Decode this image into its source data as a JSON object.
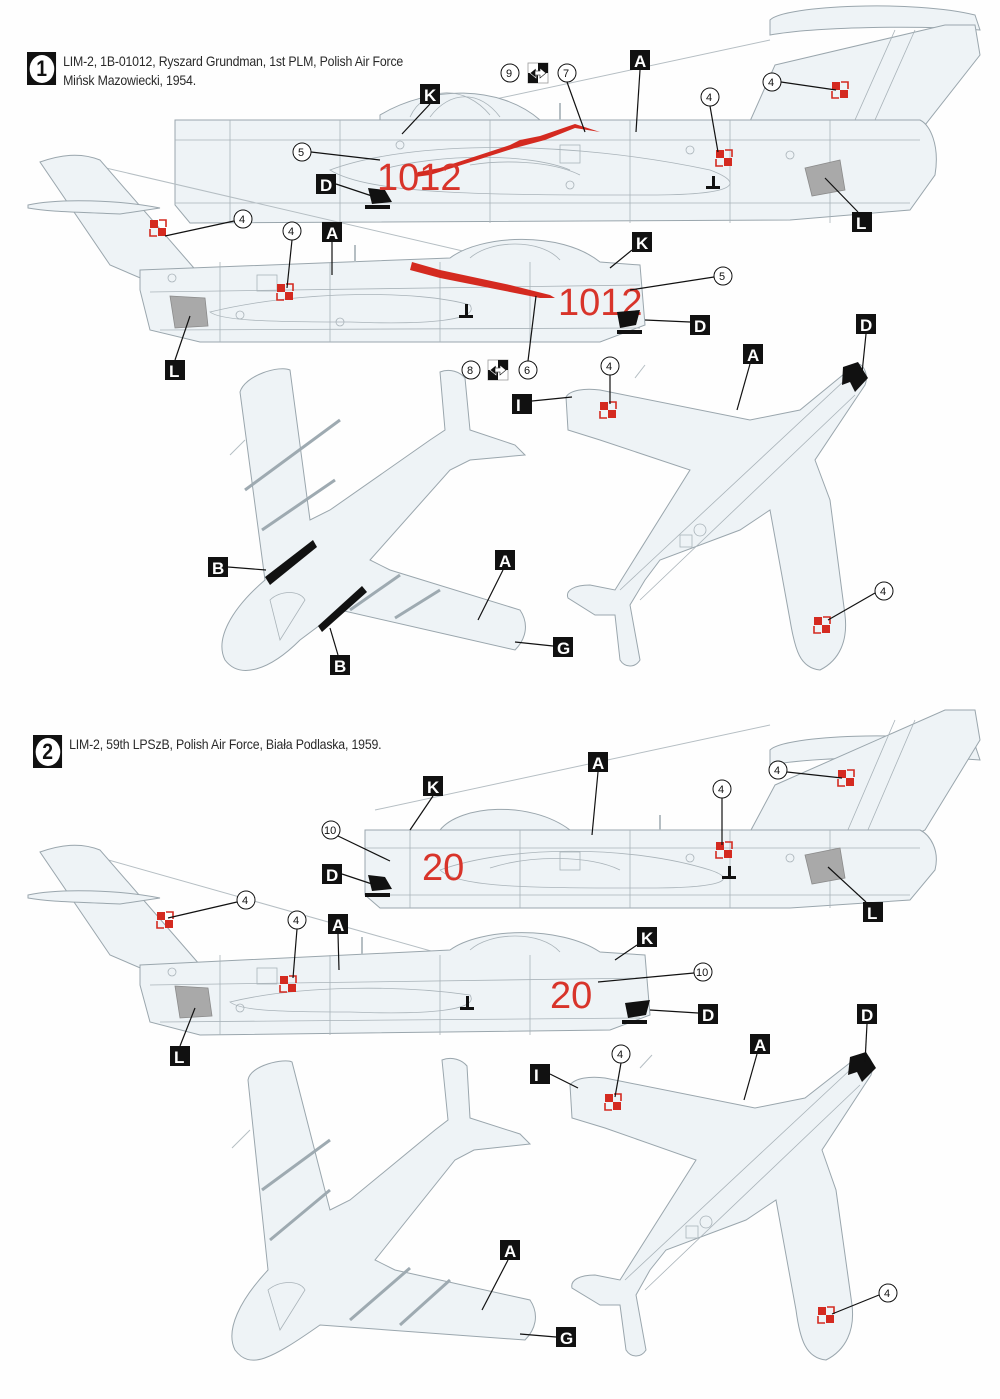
{
  "page": {
    "background_color": "#fefefe"
  },
  "colors": {
    "aircraft_skin": "#eef3f6",
    "panel_lines": "#a9b3b9",
    "insignia_red": "#d42a20",
    "label_black": "#111111",
    "exhaust_grey": "#a9a9a9"
  },
  "schemes": [
    {
      "number": "1",
      "caption_line1": "LIM-2, 1B-01012, Ryszard Grundman, 1st PLM, Polish Air Force",
      "caption_line2": "Mińsk Mazowiecki, 1954.",
      "tactical_number": "1012",
      "views": {
        "starboard_profile": {
          "callouts": {
            "K": "K",
            "A": "A",
            "D": "D",
            "L": "L"
          },
          "decals": {
            "code": "5",
            "lightning": "7",
            "fuselage_insignia": "4",
            "fin_insignia": "4",
            "flag_ref": "9"
          }
        },
        "port_profile": {
          "callouts": {
            "A": "A",
            "K": "K",
            "D": "D",
            "L": "L"
          },
          "decals": {
            "code": "5",
            "lightning": "6",
            "fuselage_insignia": "4",
            "fin_insignia": "4",
            "flag_ref": "8"
          }
        },
        "top_view": {
          "callouts": {
            "B1": "B",
            "B2": "B",
            "A": "A",
            "G": "G"
          }
        },
        "bottom_view": {
          "callouts": {
            "I": "I",
            "A": "A",
            "D": "D"
          },
          "decals": {
            "wing_insignia_left": "4",
            "wing_insignia_right": "4"
          }
        }
      }
    },
    {
      "number": "2",
      "caption_line1": "LIM-2, 59th LPSzB, Polish Air Force, Biała Podlaska, 1959.",
      "caption_line2": "",
      "tactical_number": "20",
      "views": {
        "starboard_profile": {
          "callouts": {
            "K": "K",
            "A": "A",
            "D": "D",
            "L": "L"
          },
          "decals": {
            "code": "10",
            "fuselage_insignia": "4",
            "fin_insignia": "4"
          }
        },
        "port_profile": {
          "callouts": {
            "A": "A",
            "K": "K",
            "D": "D",
            "L": "L"
          },
          "decals": {
            "code": "10",
            "fuselage_insignia": "4",
            "fin_insignia": "4"
          }
        },
        "top_view": {
          "callouts": {
            "A": "A",
            "G": "G"
          }
        },
        "bottom_view": {
          "callouts": {
            "I": "I",
            "A": "A",
            "D": "D"
          },
          "decals": {
            "wing_insignia_left": "4",
            "wing_insignia_right": "4"
          }
        }
      }
    }
  ]
}
